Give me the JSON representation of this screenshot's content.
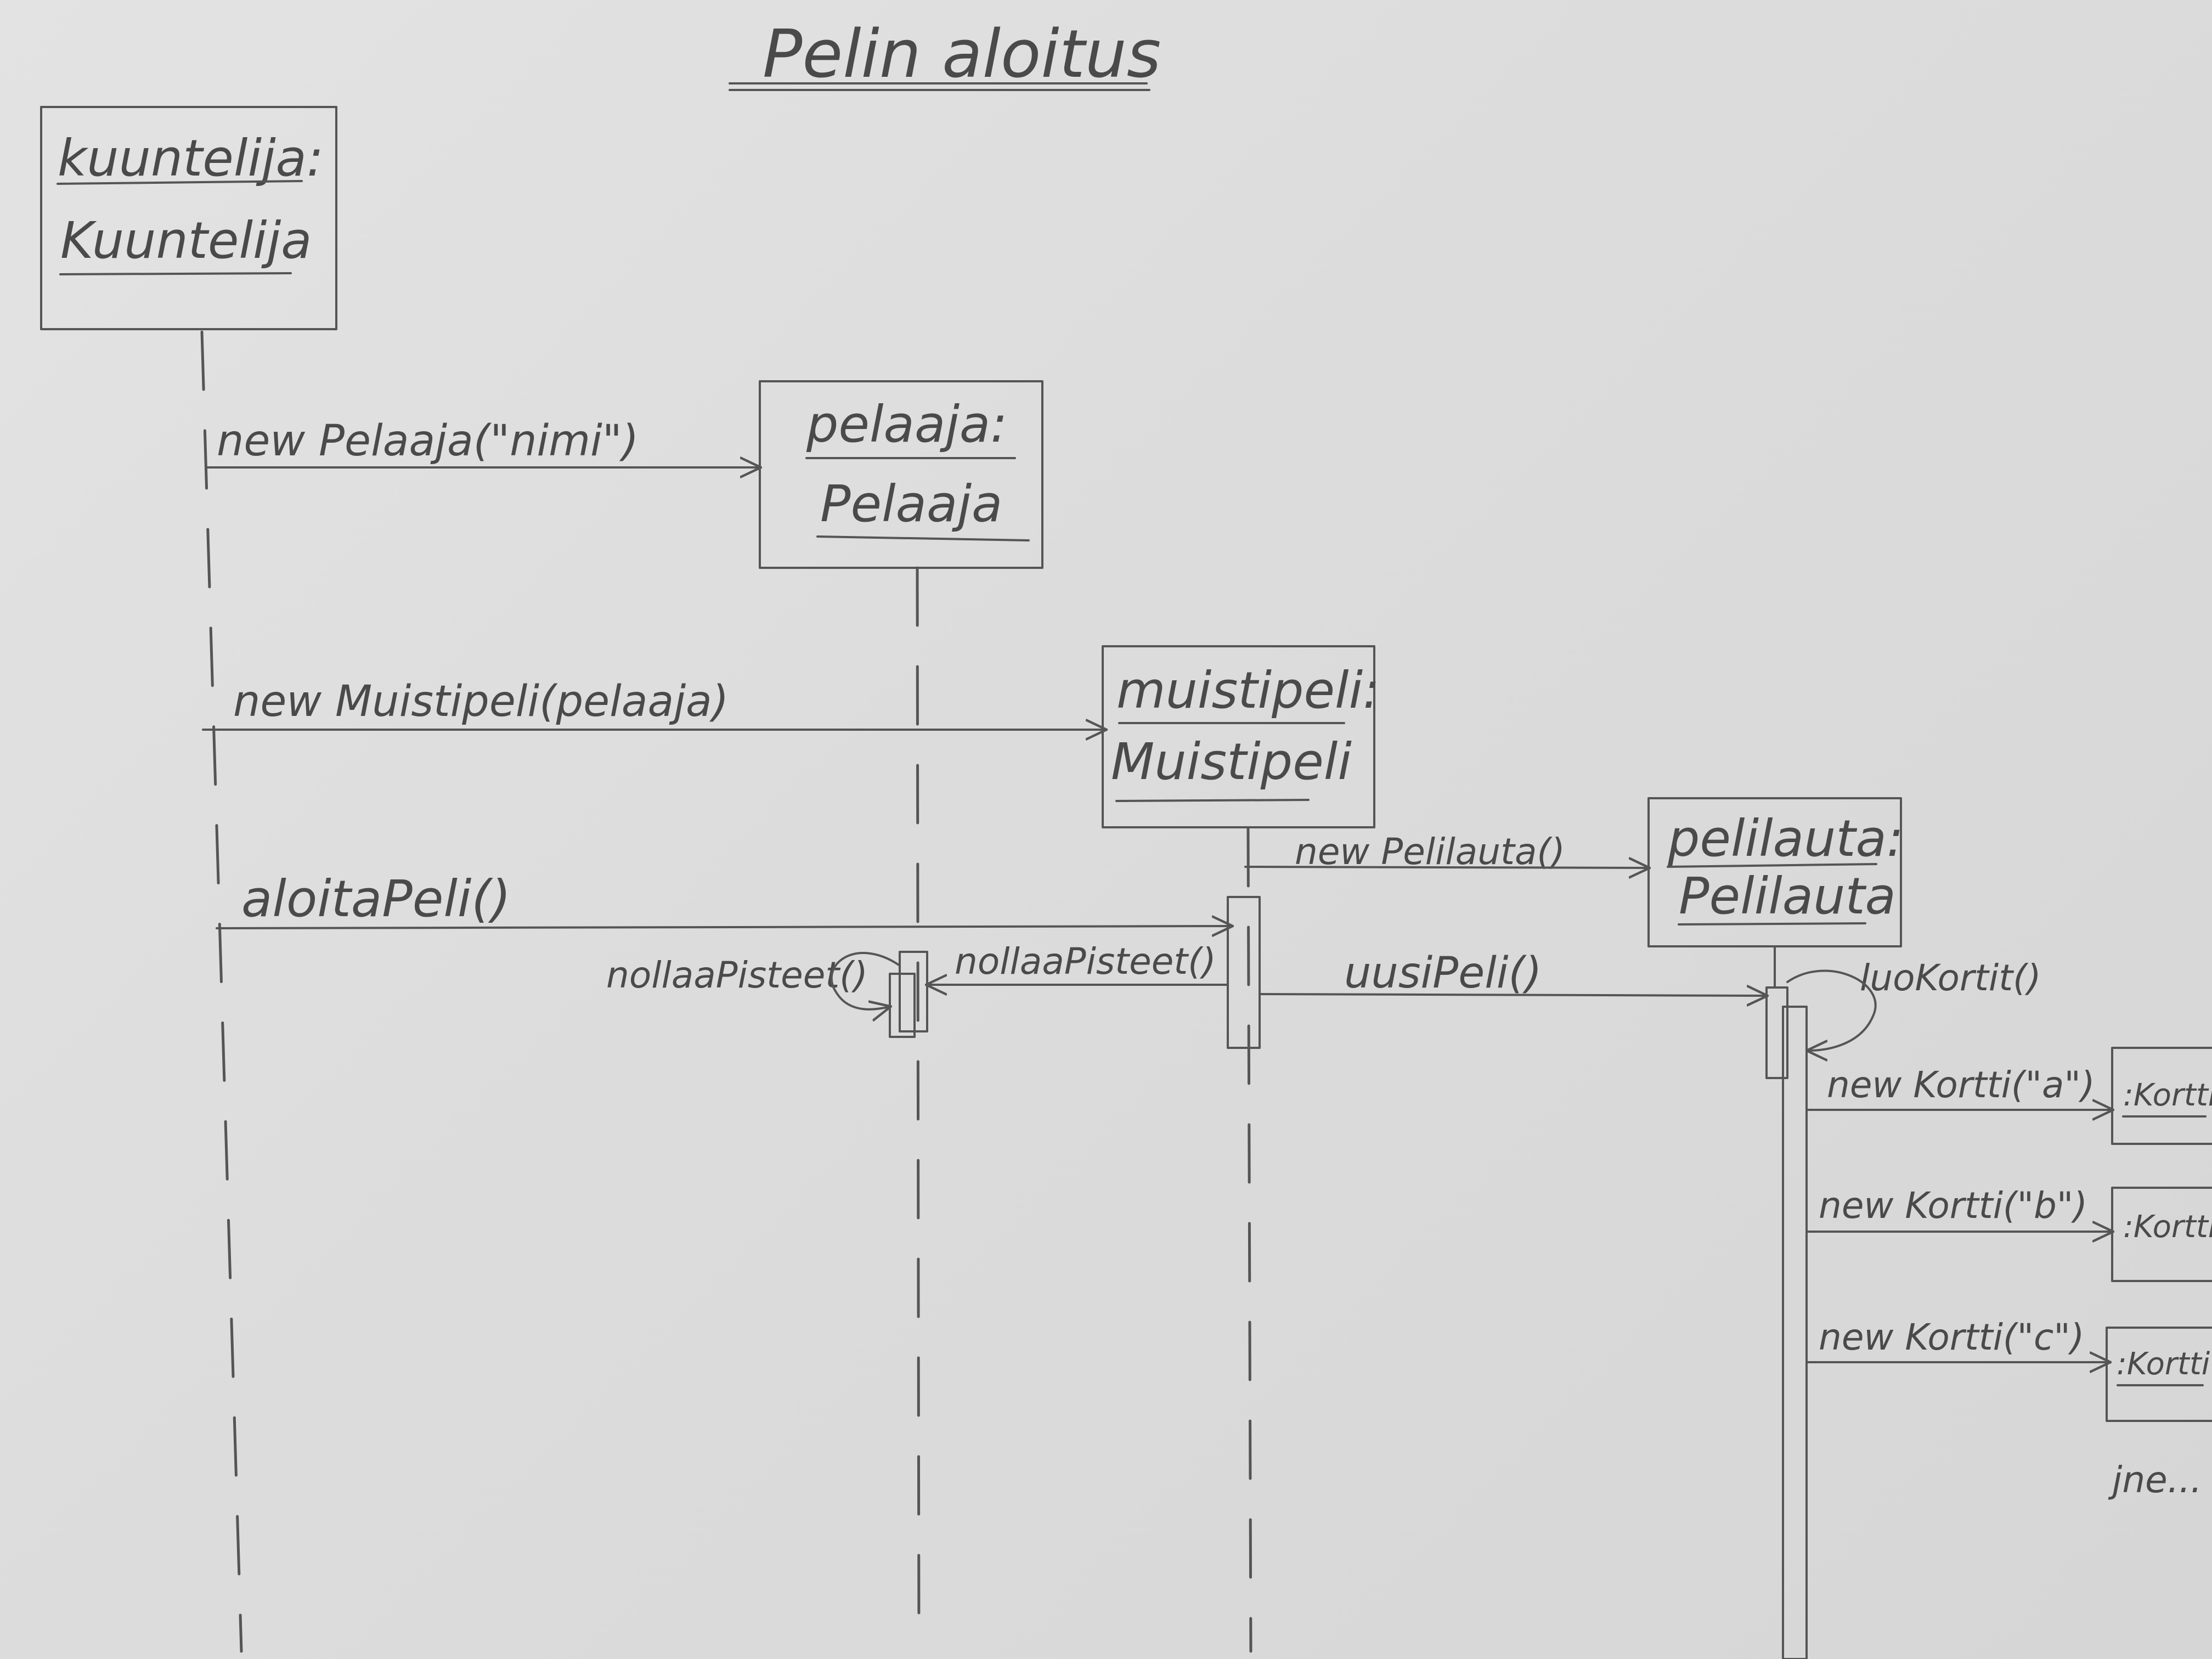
{
  "title": "Pelin aloitus",
  "objects": [
    {
      "name": "kuuntelija:",
      "class": "Kuuntelija"
    },
    {
      "name": "pelaaja:",
      "class": "Pelaaja"
    },
    {
      "name": "muistipeli:",
      "class": "Muistipeli"
    },
    {
      "name": "pelilauta:",
      "class": "Pelilauta"
    }
  ],
  "messages": {
    "new_pelaaja": "new Pelaaja(\"nimi\")",
    "new_muistipeli": "new Muistipeli(pelaaja)",
    "new_pelilauta": "new Pelilauta()",
    "aloita_peli": "aloitaPeli()",
    "nollaa_pisteet_call": "nollaaPisteet()",
    "nollaa_pisteet_self": "nollaaPisteet()",
    "uusi_peli": "uusiPeli()",
    "luo_kortit": "luoKortit()"
  },
  "kortit": [
    {
      "message": "new Kortti(\"a\")",
      "object": ":Kortti"
    },
    {
      "message": "new Kortti(\"b\")",
      "object": ":Kortti"
    },
    {
      "message": "new Kortti(\"c\")",
      "object": ":Kortti"
    }
  ],
  "ellipsis": "jne..."
}
